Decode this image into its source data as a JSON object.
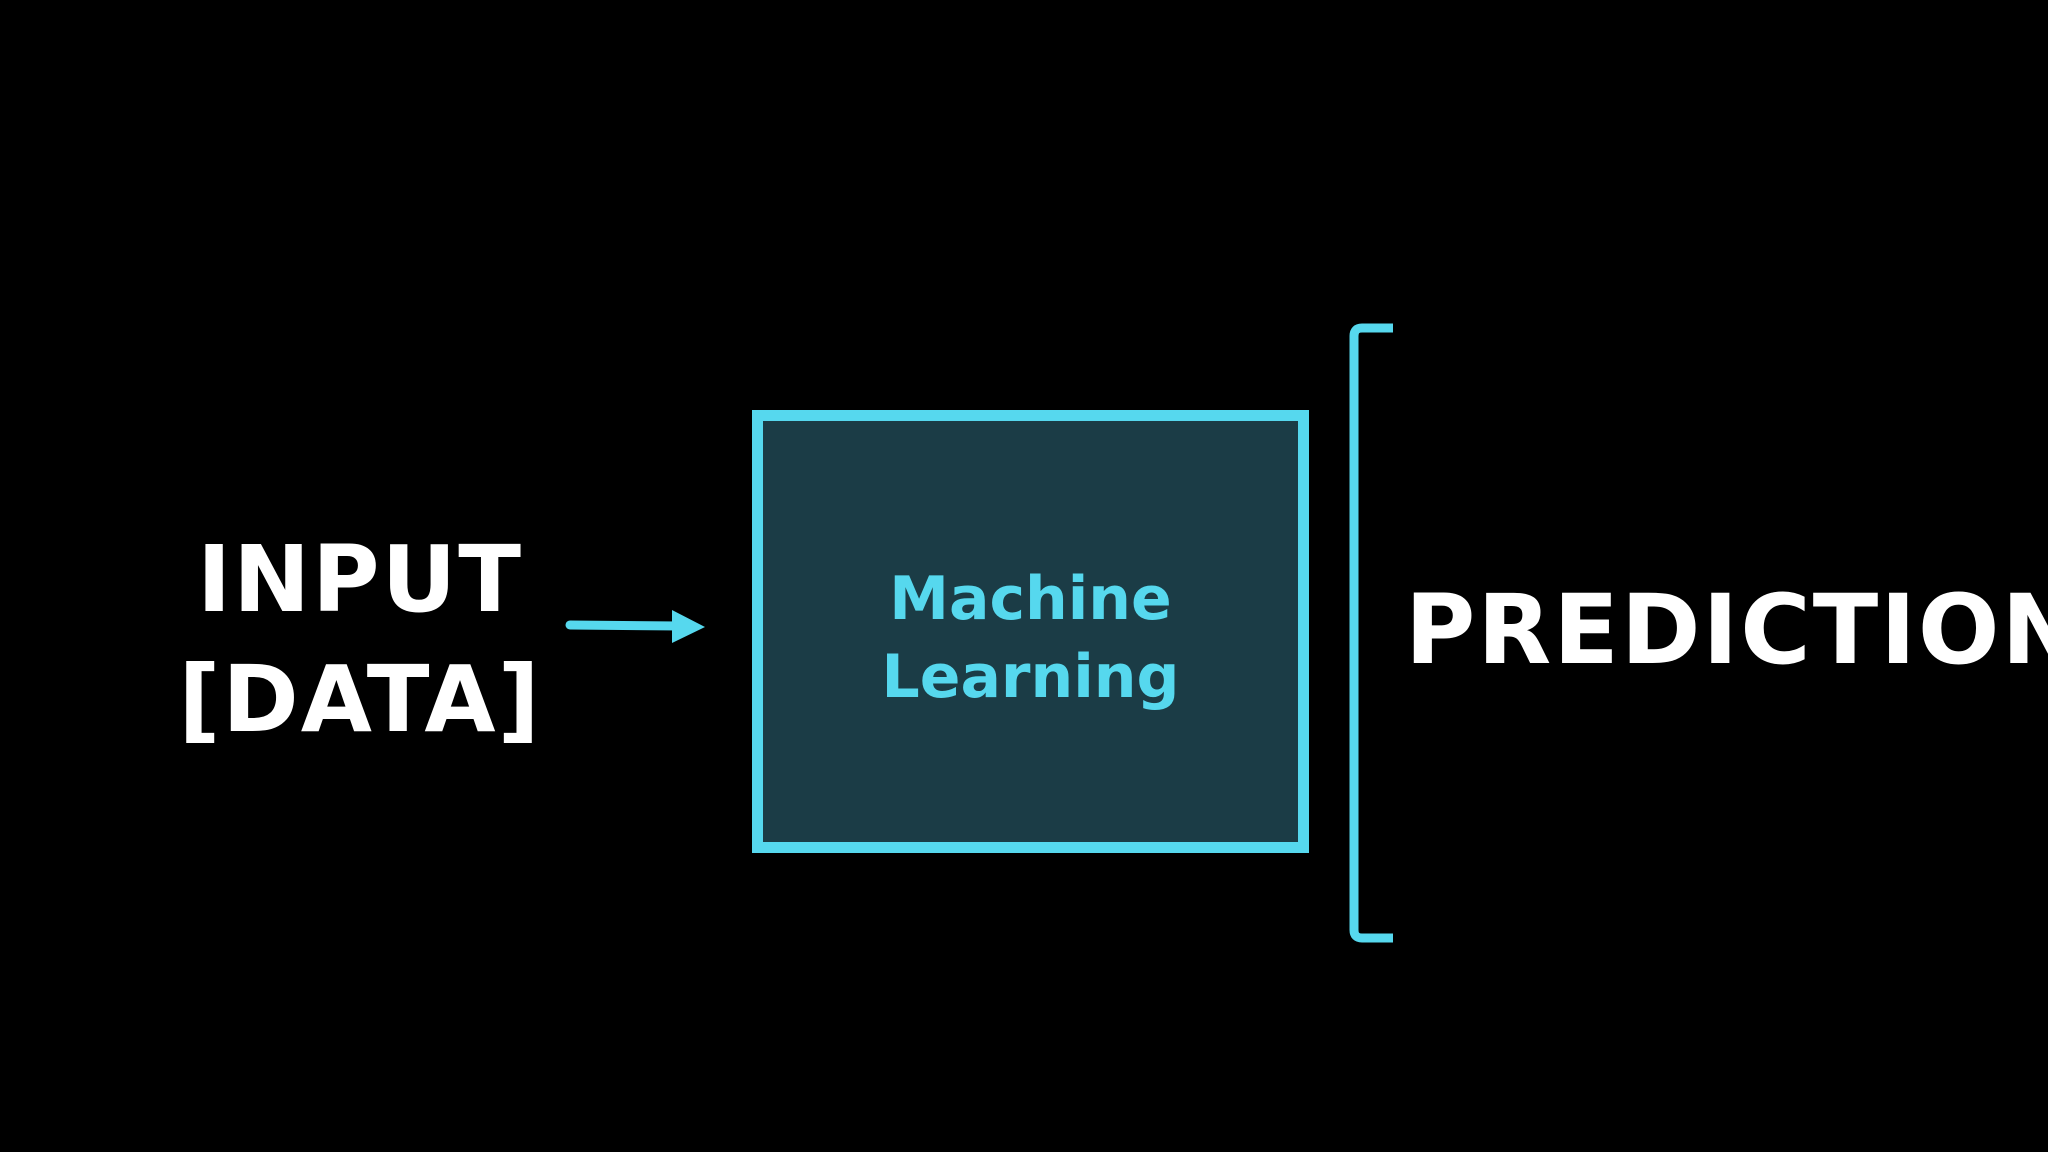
{
  "diagram": {
    "input": {
      "line1": "INPUT",
      "line2": "[DATA]"
    },
    "process": {
      "line1": "Machine",
      "line2": "Learning"
    },
    "output": {
      "label": "PREDICTION"
    }
  },
  "colors": {
    "background": "#000000",
    "accent": "#56d8ee",
    "box_fill": "#1b3c46",
    "text": "#ffffff"
  }
}
